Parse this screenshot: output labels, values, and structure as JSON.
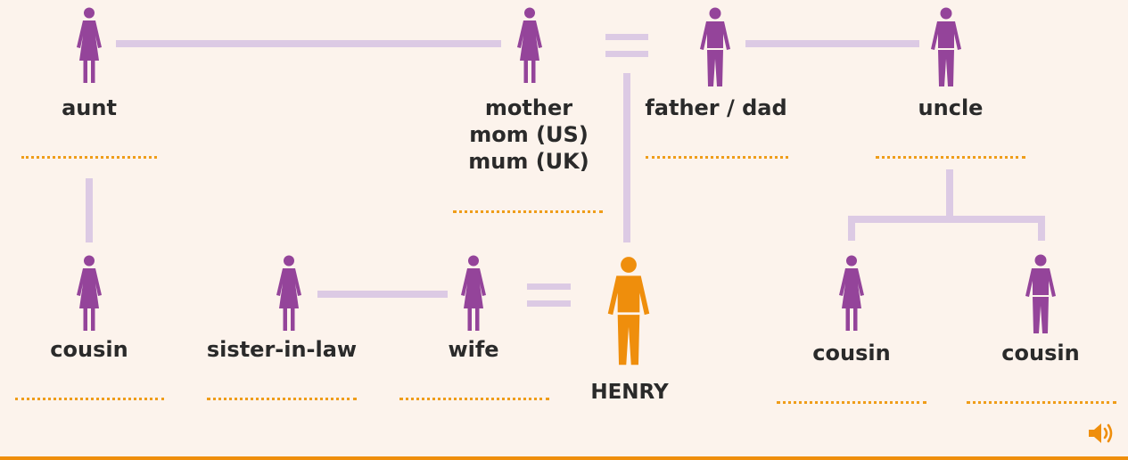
{
  "colors": {
    "background": "#fcf3ec",
    "female": "#94449a",
    "male": "#94449a",
    "henry": "#ef8e0c",
    "connector": "#dccae4",
    "blank_dots": "#ef9d1a"
  },
  "people": {
    "aunt": {
      "label": "aunt",
      "gender": "female"
    },
    "mother": {
      "label_lines": [
        "mother",
        "mom (US)",
        "mum (UK)"
      ],
      "gender": "female"
    },
    "father": {
      "label": "father / dad",
      "gender": "male"
    },
    "uncle": {
      "label": "uncle",
      "gender": "male"
    },
    "cousin_left": {
      "label": "cousin",
      "gender": "female"
    },
    "sister_in_law": {
      "label": "sister-in-law",
      "gender": "female"
    },
    "wife": {
      "label": "wife",
      "gender": "female"
    },
    "henry": {
      "label": "HENRY",
      "gender": "male"
    },
    "cousin_right_1": {
      "label": "cousin",
      "gender": "female"
    },
    "cousin_right_2": {
      "label": "cousin",
      "gender": "male"
    }
  },
  "icons": {
    "audio": "speaker-icon"
  }
}
